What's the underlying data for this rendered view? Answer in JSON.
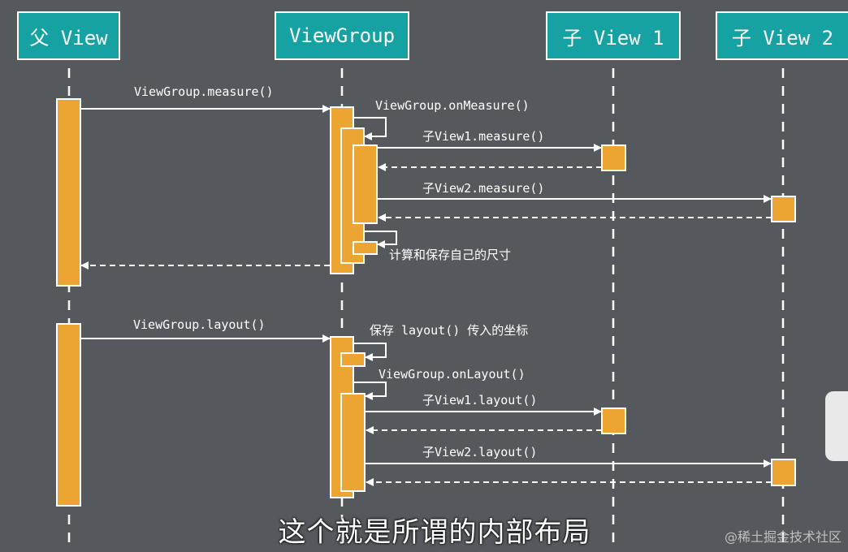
{
  "participants": {
    "parent_view": "父 View",
    "view_group": "ViewGroup",
    "child_view_1": "子 View 1",
    "child_view_2": "子 View 2"
  },
  "measure_phase": {
    "call_measure": "ViewGroup.measure()",
    "self_on_measure": "ViewGroup.onMeasure()",
    "child1_measure": "子View1.measure()",
    "child2_measure": "子View2.measure()",
    "self_compute": "计算和保存自己的尺寸"
  },
  "layout_phase": {
    "call_layout": "ViewGroup.layout()",
    "self_save": "保存 layout() 传入的坐标",
    "self_on_layout": "ViewGroup.onLayout()",
    "child1_layout": "子View1.layout()",
    "child2_layout": "子View2.layout()"
  },
  "subtitle": "这个就是所谓的内部布局",
  "watermark": "@稀土掘金技术社区",
  "colors": {
    "background": "#55585c",
    "header": "#16a2a2",
    "activation": "#eca532",
    "line": "#ffffff"
  }
}
